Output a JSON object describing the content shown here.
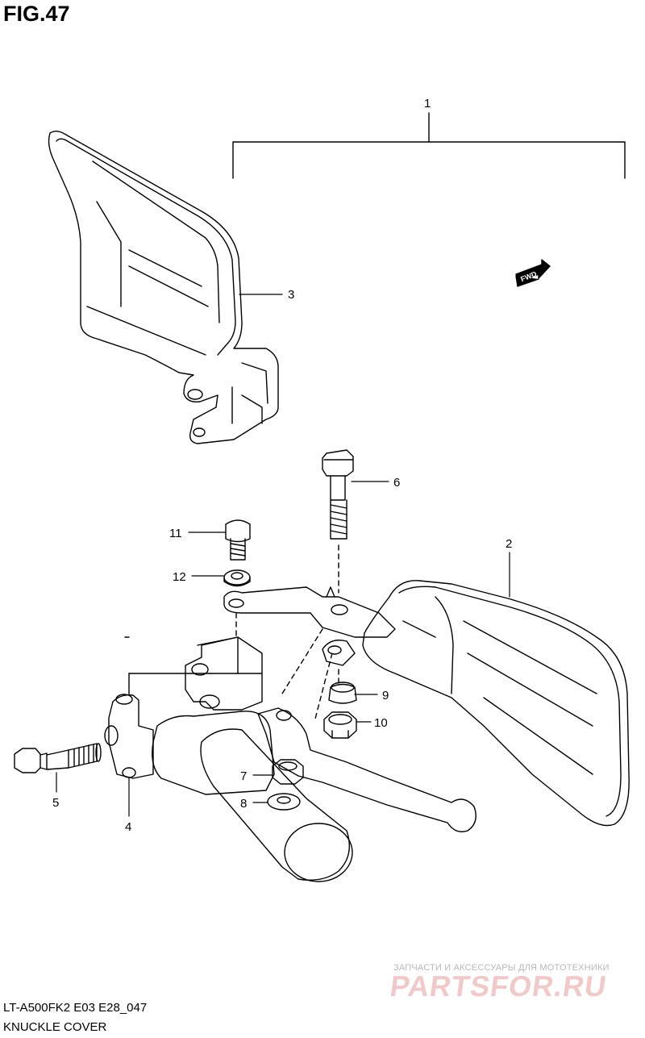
{
  "figure": {
    "title": "FIG.47",
    "code": "LT-A500FK2 E03 E28_047",
    "name": "KNUCKLE COVER"
  },
  "fwd_label": "FWD",
  "callouts": {
    "c1": "1",
    "c2": "2",
    "c3": "3",
    "c4": "4",
    "c5": "5",
    "c6": "6",
    "c7": "7",
    "c8": "8",
    "c9": "9",
    "c10": "10",
    "c11": "11",
    "c12": "12"
  },
  "watermark": {
    "tagline": "ЗАПЧАСТИ И АКСЕССУАРЫ ДЛЯ МОТОТЕХНИКИ",
    "brand": "PARTSFOR.RU"
  },
  "colors": {
    "line": "#000000",
    "background": "#ffffff",
    "watermark_brand": "#f2c9c9",
    "watermark_text": "#b9b9b9"
  }
}
